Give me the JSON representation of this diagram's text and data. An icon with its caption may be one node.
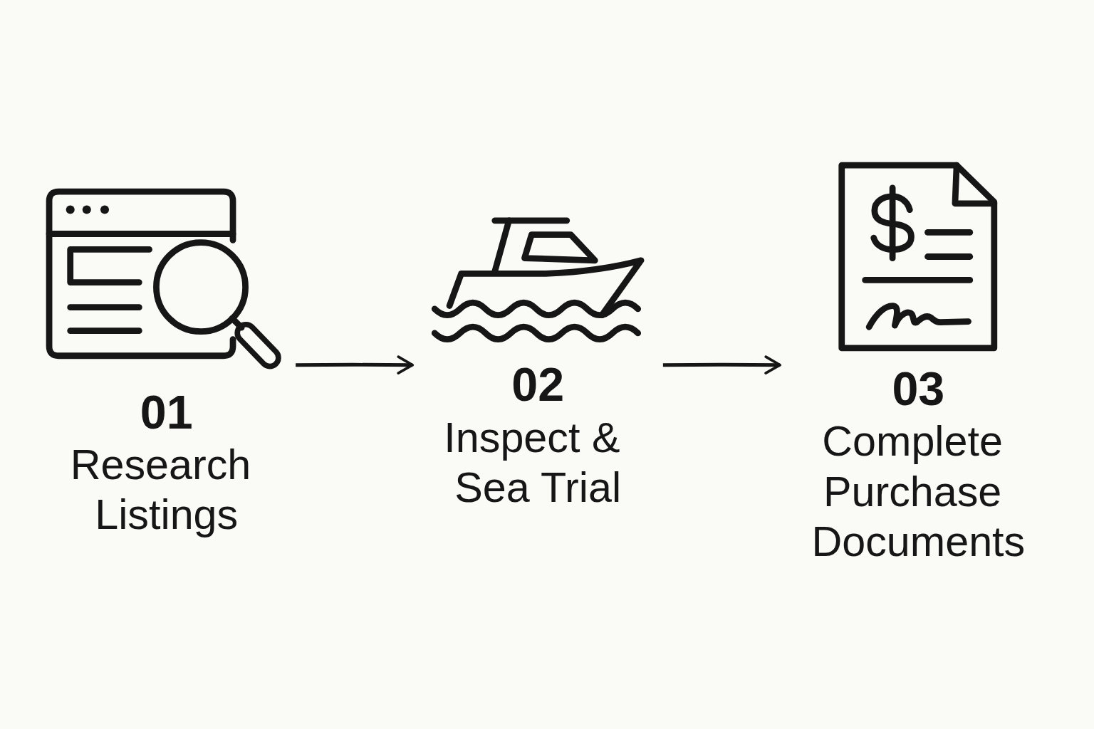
{
  "diagram": {
    "nodes": [
      {
        "text": [
          "01",
          "Research Listings"
        ]
      },
      {
        "text": [
          "02",
          "Inspect & Sea Trial"
        ]
      },
      {
        "text": [
          "03",
          "Complete Purchase Documents"
        ]
      }
    ],
    "edges": [
      {
        "from": 0,
        "to": 1,
        "arrow": "to"
      },
      {
        "from": 1,
        "to": 2,
        "arrow": "to"
      }
    ]
  }
}
